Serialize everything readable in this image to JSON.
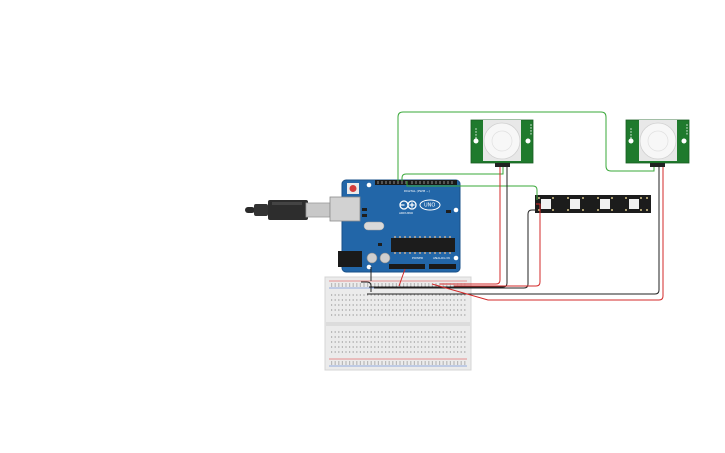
{
  "circuit": {
    "board": {
      "brand": "ARDUINO",
      "model": "UNO",
      "header_digital": "DIGITAL (PWM ~)",
      "header_power": "POWER",
      "header_analog": "ANALOG IN",
      "color": "#2266a8"
    },
    "pir_sensor_left": {
      "color": "#1f7a2d"
    },
    "pir_sensor_right": {
      "color": "#1f7a2d"
    },
    "led_strip": {
      "pixel_count": 4,
      "color": "#1c1c1c"
    },
    "usb_cable": {
      "color": "#2a2a2a"
    },
    "breadboard": {
      "color": "#ebebeb"
    },
    "wire_colors": {
      "signal": "#3aa83a",
      "ground": "#222222",
      "power": "#d32a2a"
    }
  }
}
